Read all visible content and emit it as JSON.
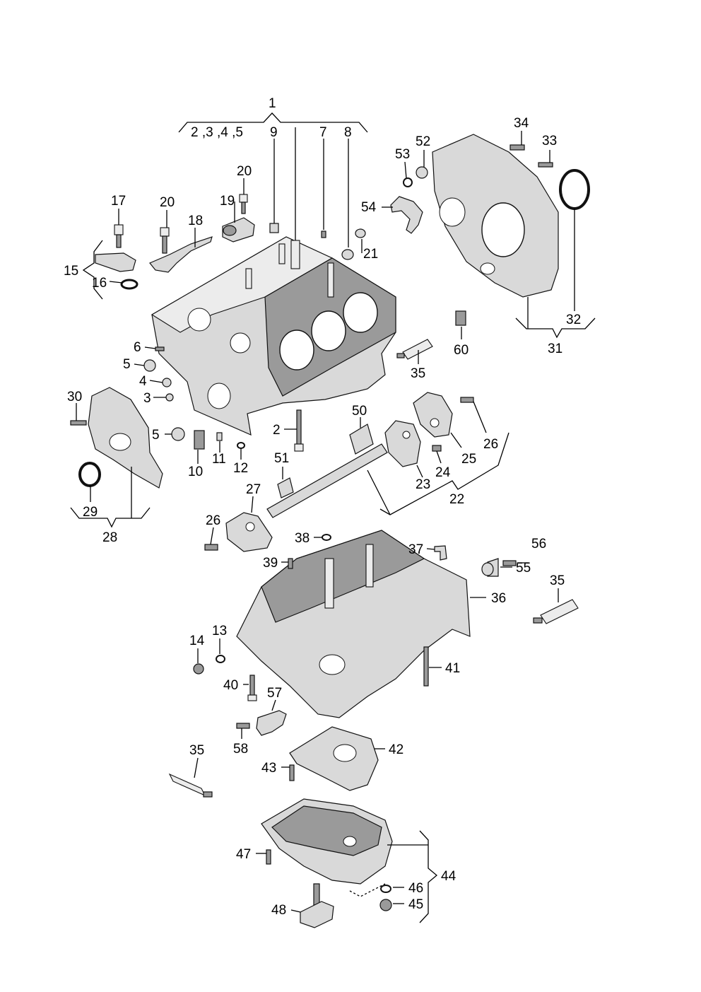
{
  "labels": {
    "l1": "1",
    "l2a": "2 ,3 ,4 ,5",
    "l9": "9",
    "l7": "7",
    "l8": "8",
    "l2": "2",
    "l3": "3",
    "l4": "4",
    "l5a": "5",
    "l5b": "5",
    "l6": "6",
    "l10": "10",
    "l11": "11",
    "l12": "12",
    "l13": "13",
    "l14": "14",
    "l15": "15",
    "l16": "16",
    "l17": "17",
    "l18": "18",
    "l19": "19",
    "l20a": "20",
    "l20b": "20",
    "l21": "21",
    "l22": "22",
    "l23": "23",
    "l24": "24",
    "l25": "25",
    "l26a": "26",
    "l26b": "26",
    "l27": "27",
    "l28": "28",
    "l29": "29",
    "l30": "30",
    "l31": "31",
    "l32": "32",
    "l33": "33",
    "l34": "34",
    "l35a": "35",
    "l35b": "35",
    "l35c": "35",
    "l36": "36",
    "l37": "37",
    "l38": "38",
    "l39": "39",
    "l40": "40",
    "l41": "41",
    "l42": "42",
    "l43": "43",
    "l44": "44",
    "l45": "45",
    "l46": "46",
    "l47": "47",
    "l48": "48",
    "l50": "50",
    "l51": "51",
    "l52": "52",
    "l53": "53",
    "l54": "54",
    "l55": "55",
    "l56": "56",
    "l57": "57",
    "l58": "58",
    "l60": "60"
  }
}
